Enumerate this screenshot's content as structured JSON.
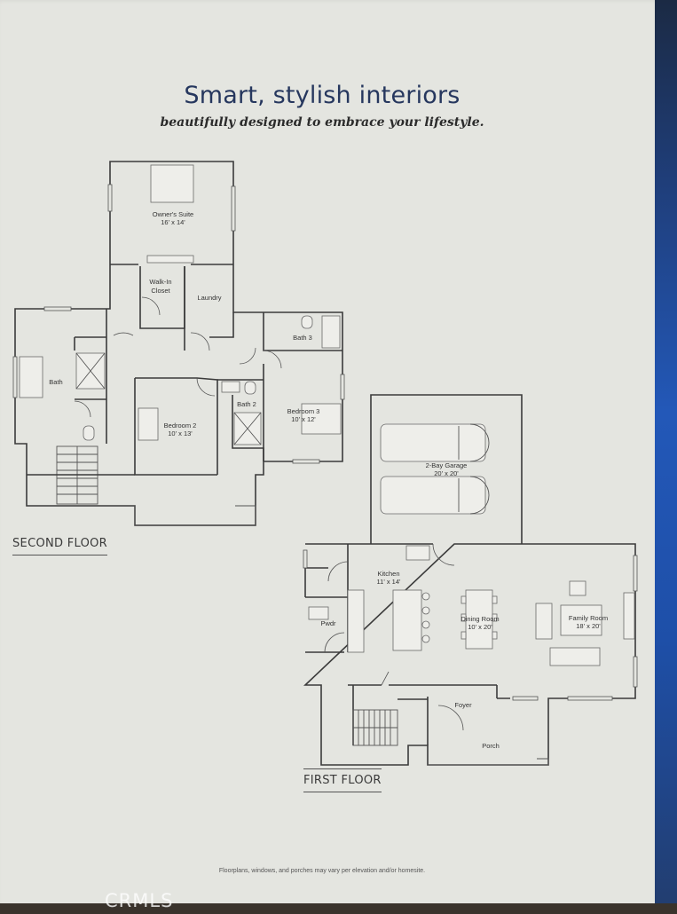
{
  "headline": "Smart, stylish interiors",
  "subhead": "beautifully designed to embrace your lifestyle.",
  "second_floor": {
    "label": "SECOND FLOOR",
    "rooms": {
      "owners_suite": {
        "name": "Owner's Suite",
        "dims": "16' x 14'"
      },
      "walk_in_closet": {
        "line1": "Walk-In",
        "line2": "Closet"
      },
      "laundry": {
        "name": "Laundry"
      },
      "bath": {
        "name": "Bath"
      },
      "bath2": {
        "name": "Bath 2"
      },
      "bath3": {
        "name": "Bath 3"
      },
      "bedroom2": {
        "name": "Bedroom 2",
        "dims": "10' x 13'"
      },
      "bedroom3": {
        "name": "Bedroom 3",
        "dims": "10' x 12'"
      }
    }
  },
  "first_floor": {
    "label": "FIRST FLOOR",
    "rooms": {
      "garage": {
        "name": "2-Bay Garage",
        "dims": "20' x 20'"
      },
      "kitchen": {
        "name": "Kitchen",
        "dims": "11' x 14'"
      },
      "dining_room": {
        "name": "Dining Room",
        "dims": "10' x 20'"
      },
      "family_room": {
        "name": "Family Room",
        "dims": "18' x 20'"
      },
      "pwdr": {
        "name": "Pwdr"
      },
      "foyer": {
        "name": "Foyer"
      },
      "porch": {
        "name": "Porch"
      }
    }
  },
  "disclaimer": "Floorplans, windows, and porches may vary per elevation and/or homesite.",
  "watermark": "CRMLS",
  "colors": {
    "paper": "#e4e5e0",
    "headline": "#26375e",
    "walls": "#3b3b3b",
    "edge_blue": "#2358b8"
  }
}
